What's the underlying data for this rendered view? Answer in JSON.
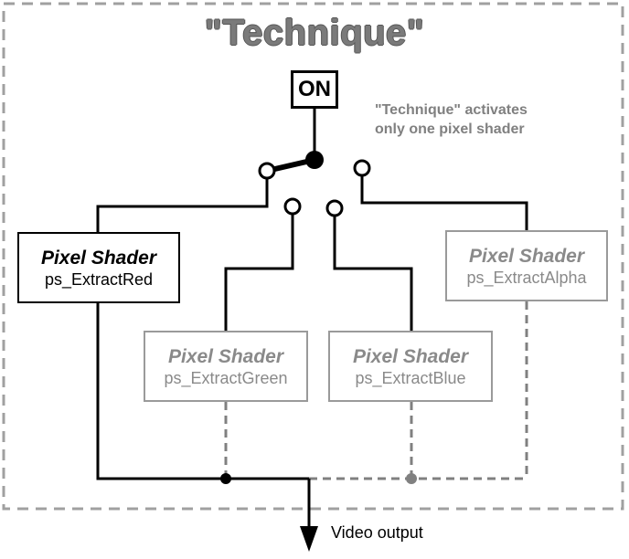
{
  "title": "\"Technique\"",
  "switch_label": "ON",
  "note_lines": [
    "\"Technique\" activates",
    "only one pixel shader"
  ],
  "shaders": [
    {
      "title": "Pixel Shader",
      "name": "ps_ExtractRed",
      "active": true
    },
    {
      "title": "Pixel Shader",
      "name": "ps_ExtractGreen",
      "active": false
    },
    {
      "title": "Pixel Shader",
      "name": "ps_ExtractBlue",
      "active": false
    },
    {
      "title": "Pixel Shader",
      "name": "ps_ExtractAlpha",
      "active": false
    }
  ],
  "output_label": "Video output",
  "colors": {
    "active": "#000000",
    "inactive": "#8a8a8a",
    "frame": "#a0a0a0"
  }
}
